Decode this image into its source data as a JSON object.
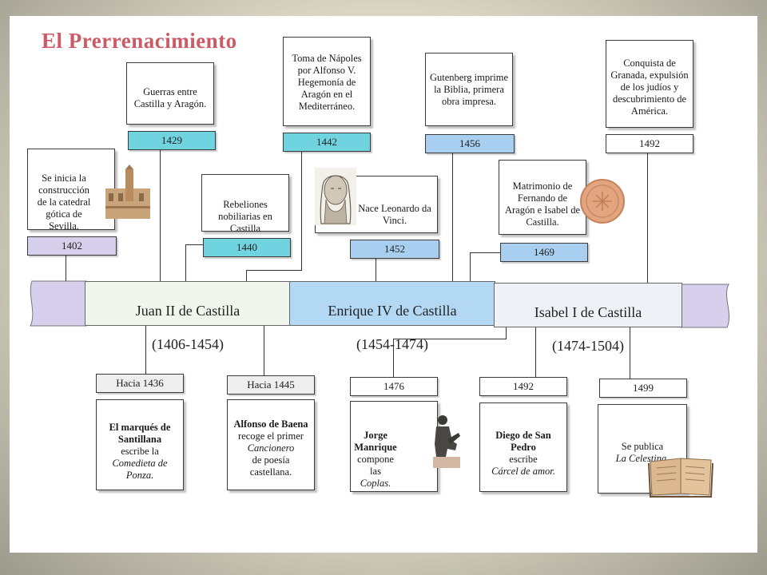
{
  "title": "El Prerrenacimiento",
  "reigns": [
    {
      "name": "Juan II de Castilla",
      "period": "(1406-1454)"
    },
    {
      "name": "Enrique IV de Castilla",
      "period": "(1454-1474)"
    },
    {
      "name": "Isabel I de Castilla",
      "period": "(1474-1504)"
    }
  ],
  "events_top": [
    {
      "year": "1402",
      "text": "Se inicia la construcción de la catedral gótica de Sevilla."
    },
    {
      "year": "1429",
      "text": "Guerras entre Castilla y Aragón."
    },
    {
      "year": "1440",
      "text": "Rebeliones nobiliarias en Castilla"
    },
    {
      "year": "1442",
      "text": "Toma de Nápoles por Alfonso V. Hegemonía de Aragón en el Mediterráneo."
    },
    {
      "year": "1452",
      "text": "Nace Leonardo da Vinci."
    },
    {
      "year": "1456",
      "text": "Gutenberg imprime la Biblia, primera obra impresa."
    },
    {
      "year": "1469",
      "text": "Matrimonio de Fernando de Aragón e Isabel de Castilla."
    },
    {
      "year": "1492",
      "text": "Conquista de Granada, expulsión de los judíos y descubrimiento de América."
    }
  ],
  "events_bottom": [
    {
      "year": "Hacia 1436",
      "bold": "El marqués de Santillana",
      "plain": "escribe la",
      "italic": "Comedieta de Ponza."
    },
    {
      "year": "Hacia 1445",
      "bold": "Alfonso de Baena",
      "plain": "recoge el primer",
      "italic": "Cancionero",
      "plain2": "de poesía castellana."
    },
    {
      "year": "1476",
      "bold": "Jorge Manrique",
      "plain": "compone las",
      "italic": "Coplas."
    },
    {
      "year": "1492",
      "bold": "Diego de San Pedro",
      "plain": "escribe",
      "italic": "Cárcel de amor."
    },
    {
      "year": "1499",
      "plain": "Se publica",
      "italic": "La Celestina."
    }
  ],
  "icons": [
    "cathedral-icon",
    "leonardo-portrait-icon",
    "coin-icon",
    "statue-icon",
    "book-icon"
  ],
  "colors": {
    "title": "#cc5b66",
    "cyan": "#6fd4e0",
    "lavender": "#d6d0ec",
    "blue": "#a8cff0",
    "reign_band_blue": "#b3d8f4"
  }
}
